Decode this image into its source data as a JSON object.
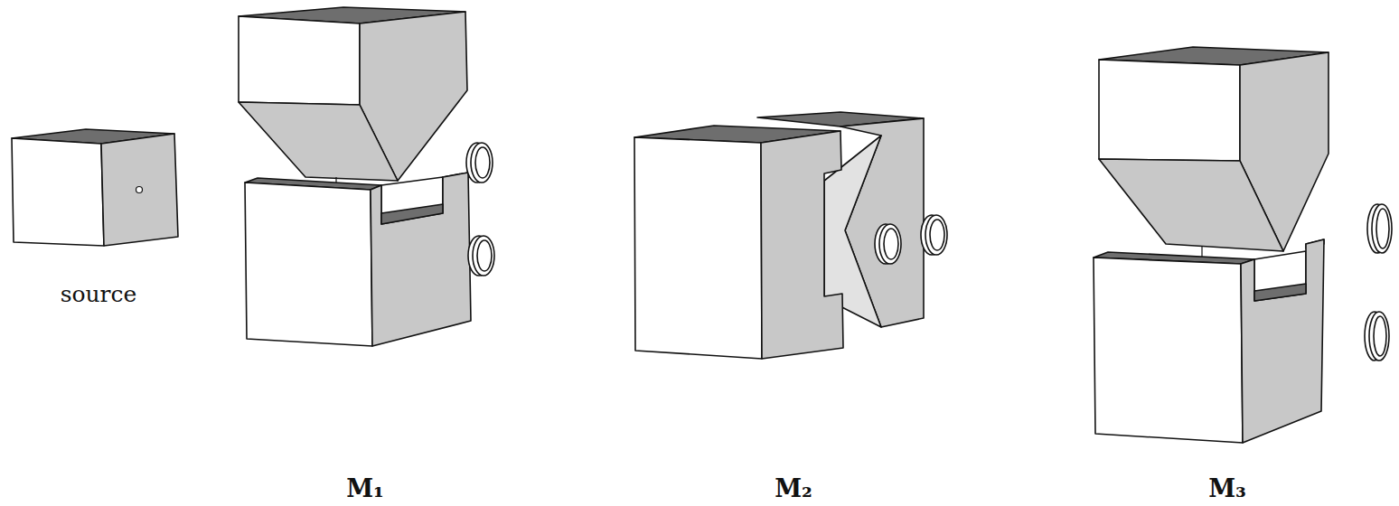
{
  "diagram": {
    "labels": [
      "source",
      "M₁",
      "M₂",
      "M₃"
    ]
  }
}
